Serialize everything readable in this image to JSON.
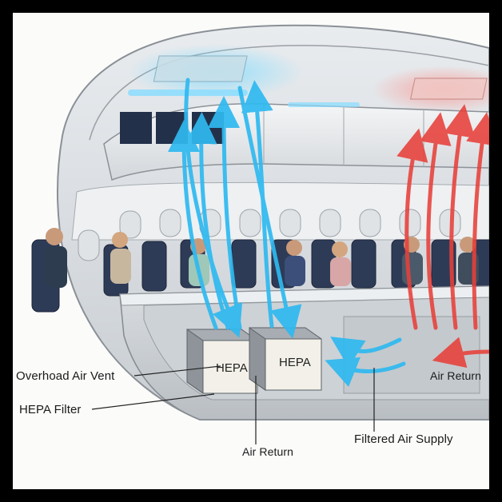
{
  "diagram": {
    "filter_label": "HEPA",
    "labels": {
      "overhead_vent": "Overhoad Air Vent",
      "hepa_filter": "HEPA Filter",
      "air_return_bottom": "Air Return",
      "filtered_supply": "Filtered Air Supply",
      "air_return_right": "Air Return"
    },
    "colors": {
      "cool_air": "#2fb9f0",
      "warm_air": "#e8403a",
      "frame": "#000000",
      "background": "#fbfbfa"
    }
  }
}
